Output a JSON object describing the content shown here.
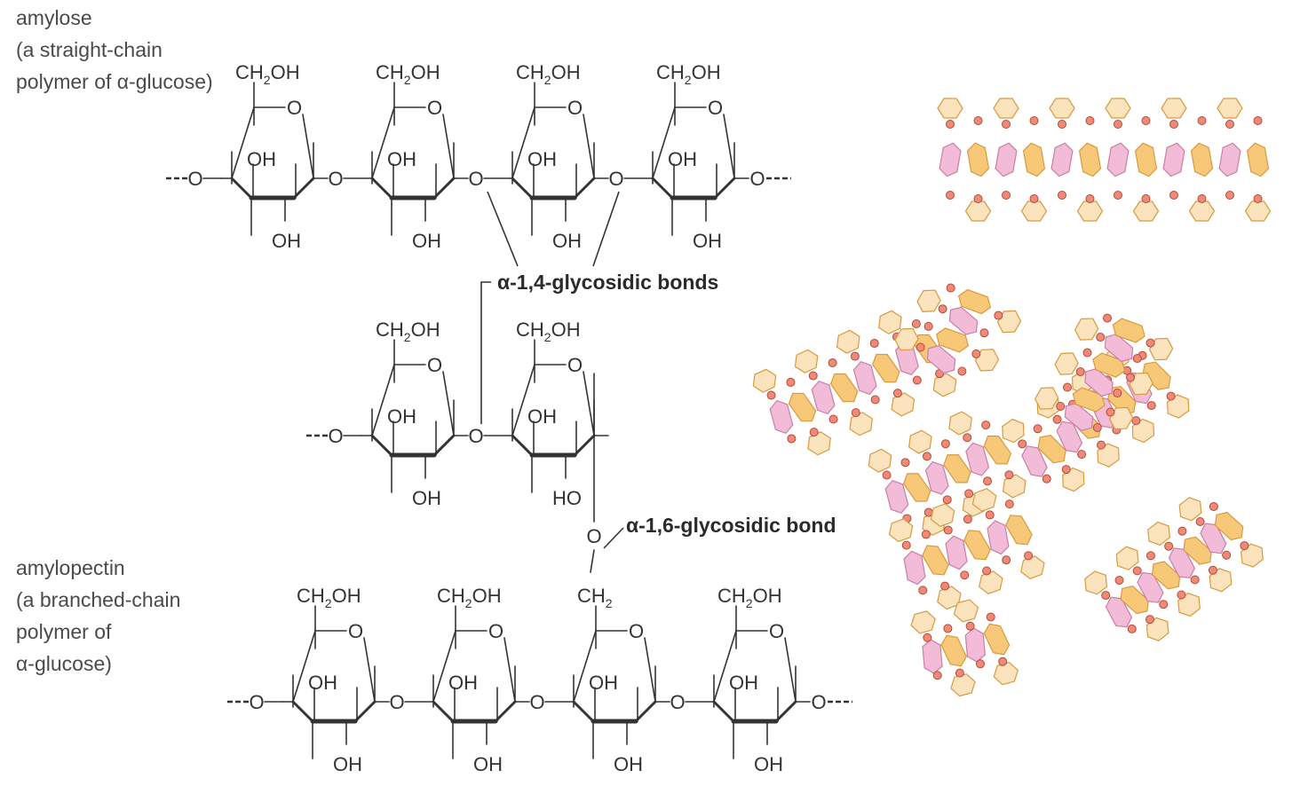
{
  "amylose": {
    "caption": [
      "amylose",
      "(a straight-chain",
      "polymer of α-glucose)"
    ]
  },
  "amylopectin": {
    "caption": [
      "amylopectin",
      "(a branched-chain",
      "polymer of",
      "α-glucose)"
    ]
  },
  "labels": {
    "alpha_14": "α-1,4-glycosidic bonds",
    "alpha_16": "α-1,6-glycosidic bond"
  },
  "ring": {
    "ch2oh": "CH",
    "ch2oh_sub": "2",
    "ch2oh_tail": "OH",
    "ring_o": "O",
    "oh": "OH",
    "ho": "HO",
    "link_o": "O",
    "ch2": "CH",
    "ch2_sub": "2"
  },
  "colors": {
    "pink": "#f2bcd8",
    "pink_stroke": "#c97fa6",
    "orange": "#f6c878",
    "orange_stroke": "#d99a3f",
    "cream": "#fbe3bd",
    "link": "#f08a76",
    "link_stroke": "#b24a3a",
    "bond": "#333333"
  }
}
